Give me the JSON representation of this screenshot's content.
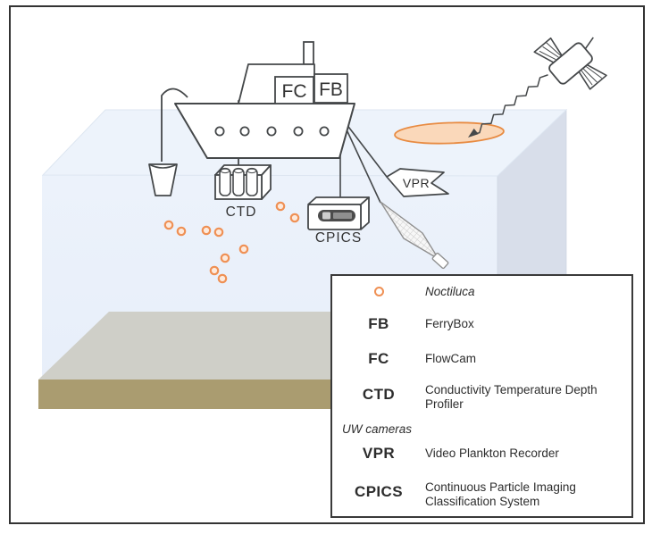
{
  "diagram": {
    "ship": {
      "flowcam_box_label": "FC",
      "ferrybox_box_label": "FB"
    },
    "instrument_labels": {
      "ctd": "CTD",
      "cpics": "CPICS",
      "vpr_flag": "VPR"
    },
    "icons": [
      "ship-icon",
      "satellite-icon",
      "bucket-icon",
      "ctd-rosette-icon",
      "cpics-camera-icon",
      "plankton-net-icon",
      "vpr-flag-icon",
      "surface-bloom-icon",
      "noctiluca-dot"
    ]
  },
  "noctiluca_dots": [
    [
      189,
      252
    ],
    [
      203,
      259
    ],
    [
      231,
      258
    ],
    [
      245,
      260
    ],
    [
      273,
      279
    ],
    [
      252,
      289
    ],
    [
      240,
      303
    ],
    [
      249,
      312
    ],
    [
      314,
      231
    ],
    [
      330,
      244
    ]
  ],
  "legend": {
    "noctiluca": {
      "icon": "noctiluca-dot",
      "label": "Noctiluca"
    },
    "rows": [
      {
        "abbr": "FB",
        "desc": "FerryBox"
      },
      {
        "abbr": "FC",
        "desc": "FlowCam"
      },
      {
        "abbr": "CTD",
        "desc": "Conductivity Temperature Depth Profiler"
      }
    ],
    "group_label": "UW cameras",
    "uw_rows": [
      {
        "abbr": "VPR",
        "desc": "Video Plankton Recorder"
      },
      {
        "abbr": "CPICS",
        "desc": "Continuous Particle Imaging Classification System"
      }
    ]
  },
  "colors": {
    "noctiluca_ring": "#ef9054",
    "noctiluca_fill": "#fdeadd",
    "bloom_fill": "#fad8ba",
    "bloom_stroke": "#e88b42",
    "water_front": "#e9f0fa",
    "water_top": "#edf3fb",
    "water_side": "#d8deea",
    "seabed_top": "#cfcfc8",
    "seabed_front": "#aa9c70",
    "outline": "#45484a",
    "frame_border": "#333333"
  }
}
